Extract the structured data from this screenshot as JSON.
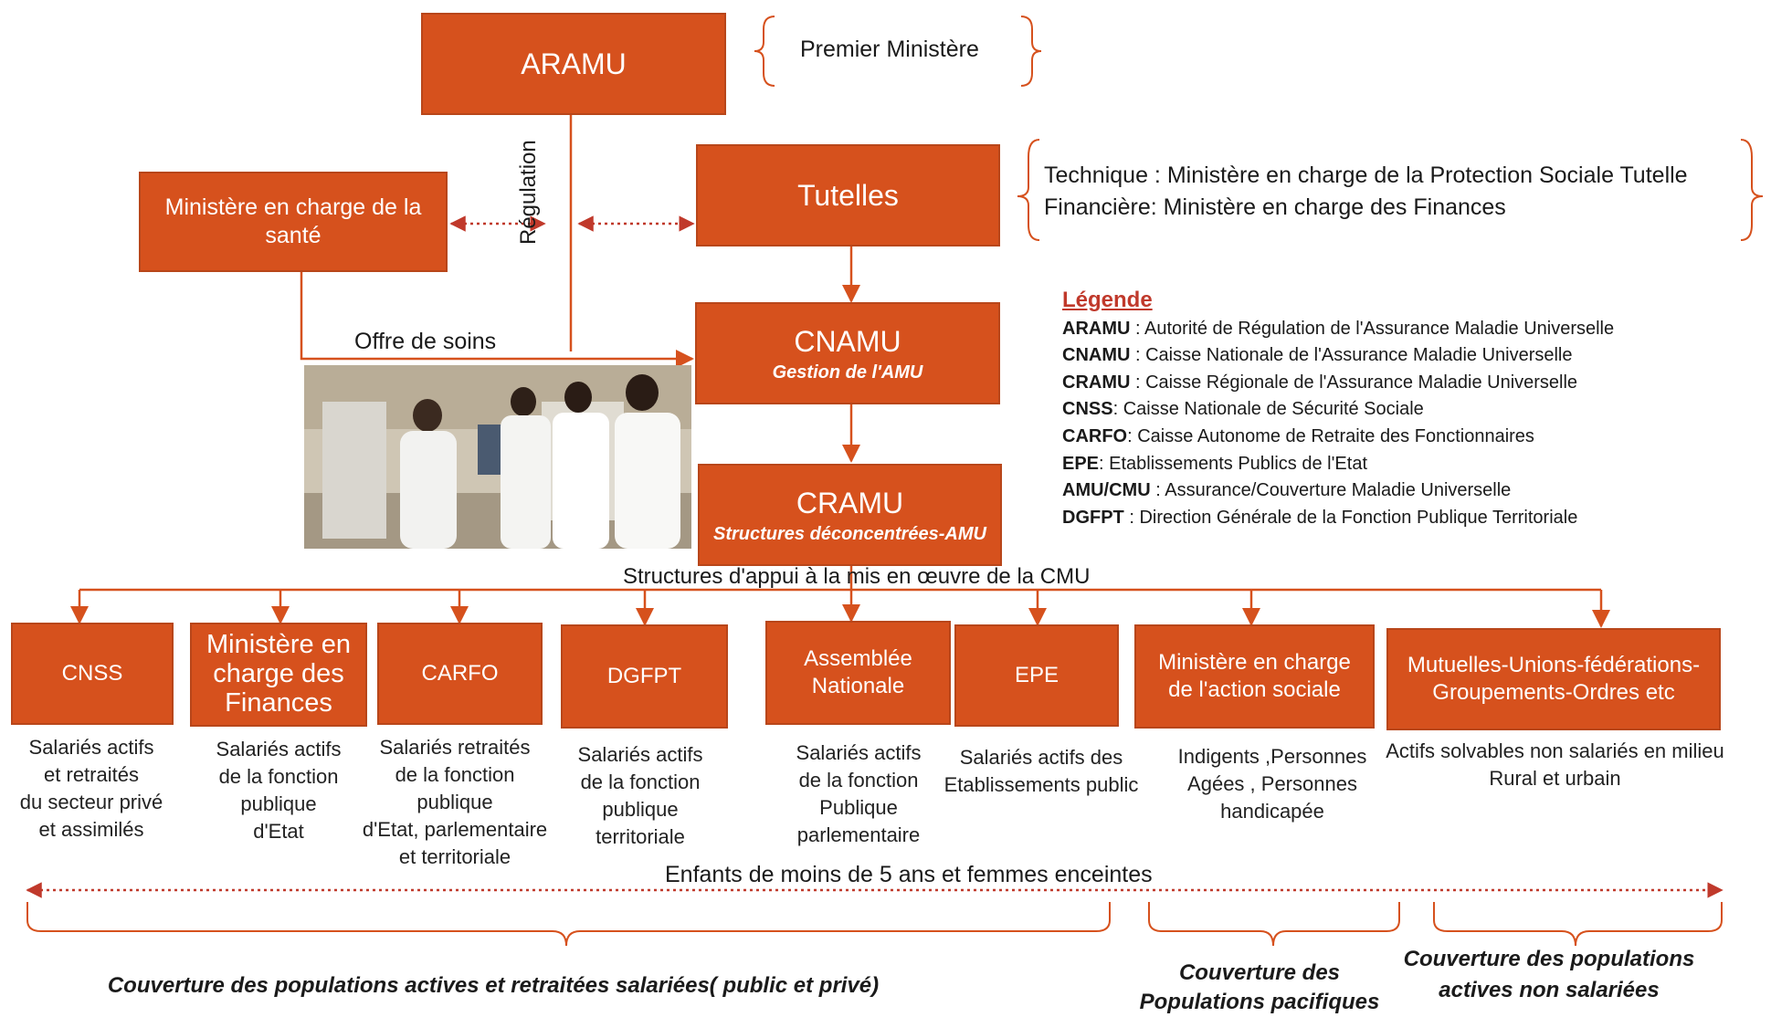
{
  "top": {
    "aramu": "ARAMU",
    "premier": "Premier Ministère",
    "regulation": "Régulation",
    "ministere_sante": "Ministère en charge de la santé",
    "tutelles": "Tutelles",
    "tutelles_note": [
      "Technique : Ministère  en charge de la Protection Sociale  Tutelle",
      "Financière: Ministère en charge des Finances"
    ],
    "offre_soins": "Offre de  soins",
    "cnamu": "CNAMU",
    "cnamu_sub": "Gestion de l'AMU",
    "cramu": "CRAMU",
    "cramu_sub": "Structures déconcentrées-AMU",
    "structures_appui": "Structures d'appui à la mis en œuvre de la CMU"
  },
  "legend": {
    "title": "Légende",
    "items": [
      {
        "abbr": "ARAMU",
        "sep": " : ",
        "text": "Autorité de Régulation de l'Assurance Maladie Universelle"
      },
      {
        "abbr": "CNAMU",
        "sep": " : ",
        "text": "Caisse Nationale de l'Assurance Maladie Universelle"
      },
      {
        "abbr": "CRAMU",
        "sep": " : ",
        "text": "Caisse Régionale de l'Assurance Maladie Universelle"
      },
      {
        "abbr": "CNSS",
        "sep": ": ",
        "text": "Caisse Nationale de Sécurité Sociale"
      },
      {
        "abbr": "CARFO",
        "sep": ": ",
        "text": "Caisse Autonome de Retraite des Fonctionnaires"
      },
      {
        "abbr": "EPE",
        "sep": ": ",
        "text": "Etablissements Publics de l'Etat"
      },
      {
        "abbr": "AMU/CMU",
        "sep": " : ",
        "text": "Assurance/Couverture  Maladie Universelle"
      },
      {
        "abbr": "DGFPT",
        "sep": " : ",
        "text": "Direction Générale de la Fonction Publique Territoriale"
      }
    ]
  },
  "bottom_boxes": [
    {
      "label": "CNSS",
      "desc": [
        "Salariés actifs",
        "et retraités",
        "du secteur privé",
        "et assimilés"
      ]
    },
    {
      "label": "Ministère en charge des Finances",
      "desc": [
        "Salariés actifs",
        "de la fonction",
        "publique",
        "d'Etat"
      ]
    },
    {
      "label": "CARFO",
      "desc": [
        "Salariés retraités",
        "de la fonction",
        "publique",
        "d'Etat, parlementaire",
        "et territoriale"
      ]
    },
    {
      "label": "DGFPT",
      "desc": [
        "Salariés actifs",
        "de la fonction",
        "publique",
        "territoriale"
      ]
    },
    {
      "label": "Assemblée Nationale",
      "desc": [
        "Salariés actifs",
        "de la fonction",
        "Publique",
        "parlementaire"
      ]
    },
    {
      "label": "EPE",
      "desc": [
        "Salariés actifs des",
        "Etablissements public"
      ]
    },
    {
      "label": "Ministère en charge de l'action sociale",
      "desc": [
        "Indigents ,Personnes",
        "Agées , Personnes",
        "handicapée"
      ]
    },
    {
      "label": "Mutuelles-Unions-fédérations-Groupements-Ordres etc",
      "desc": [
        "Actifs solvables non salariés en milieu",
        "Rural et urbain"
      ]
    }
  ],
  "enfants": "Enfants de moins de 5 ans et femmes enceintes",
  "coverage": {
    "salaries": "Couverture des populations actives et retraitées salariées( public et privé)",
    "pacifiques": "Couverture des Populations pacifiques",
    "non_salariees": "Couverture des populations actives non salariées"
  },
  "colors": {
    "box_fill": "#d6511d",
    "box_border": "#b8461a",
    "dotted_arrow": "#c0392b",
    "legend_title": "#c0392b"
  }
}
